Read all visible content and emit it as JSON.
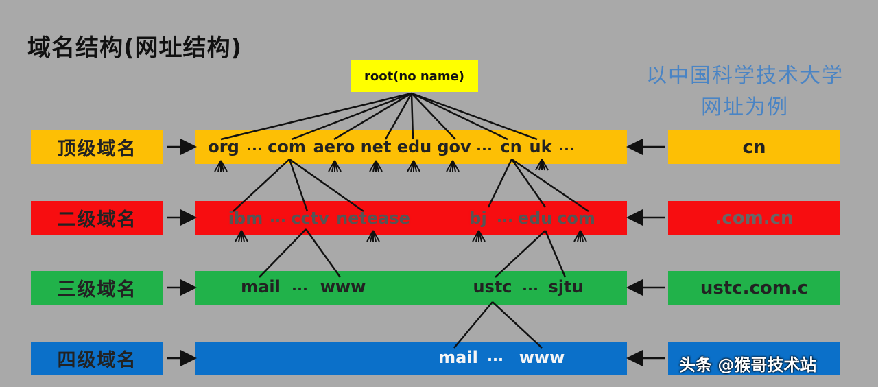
{
  "title": "域名结构(网址结构)",
  "root": "root(no name)",
  "note": [
    "以中国科学技术大学",
    "网址为例"
  ],
  "levels": [
    "顶级域名",
    "二级域名",
    "三级域名",
    "四级域名"
  ],
  "examples": [
    "cn",
    ".com.cn",
    "ustc.com.c",
    ""
  ],
  "row1": {
    "org": "org",
    "e1": "...",
    "com": "com",
    "aero": "aero",
    "net": "net",
    "edu": "edu",
    "gov": "gov",
    "e2": "...",
    "cn": "cn",
    "uk": "uk",
    "e3": "..."
  },
  "row2": {
    "ibm": "ibm",
    "e1": "...",
    "cctv": "cctv",
    "netease": "netease",
    "bj": "bj",
    "e2": "...",
    "edu": "edu",
    "com": "com"
  },
  "row3": {
    "mail": "mail",
    "e1": "...",
    "www": "www",
    "ustc": "ustc",
    "e2": "...",
    "sjtu": "sjtu"
  },
  "row4": {
    "mail": "mail",
    "e1": "...",
    "www": "www"
  },
  "watermark": "头条 @猴哥技术站",
  "colors": {
    "background": "#a9a9a9",
    "root": "#ffff00",
    "top": "#fdbf05",
    "second": "#f70d10",
    "third": "#21b24a",
    "fourth": "#0b70c9",
    "note": "#4a84c4"
  }
}
